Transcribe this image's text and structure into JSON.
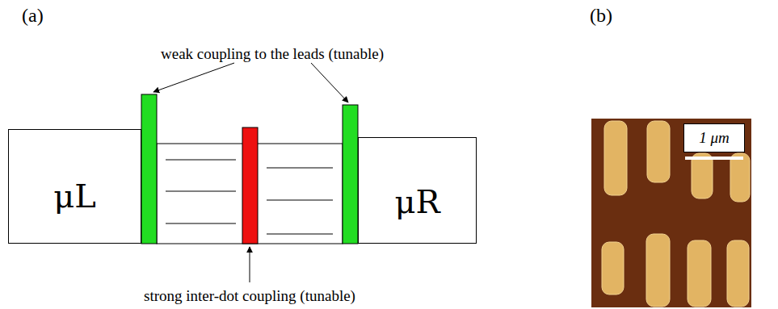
{
  "diagram": {
    "nodes": [
      {
        "text": [
          "μL"
        ]
      },
      {
        "text": [
          "μR"
        ]
      },
      {
        "text": [
          "1 μm"
        ]
      }
    ],
    "labels": [
      "(a)",
      "(b)",
      "weak coupling to the leads (tunable)",
      "strong inter-dot coupling (tunable)"
    ]
  }
}
